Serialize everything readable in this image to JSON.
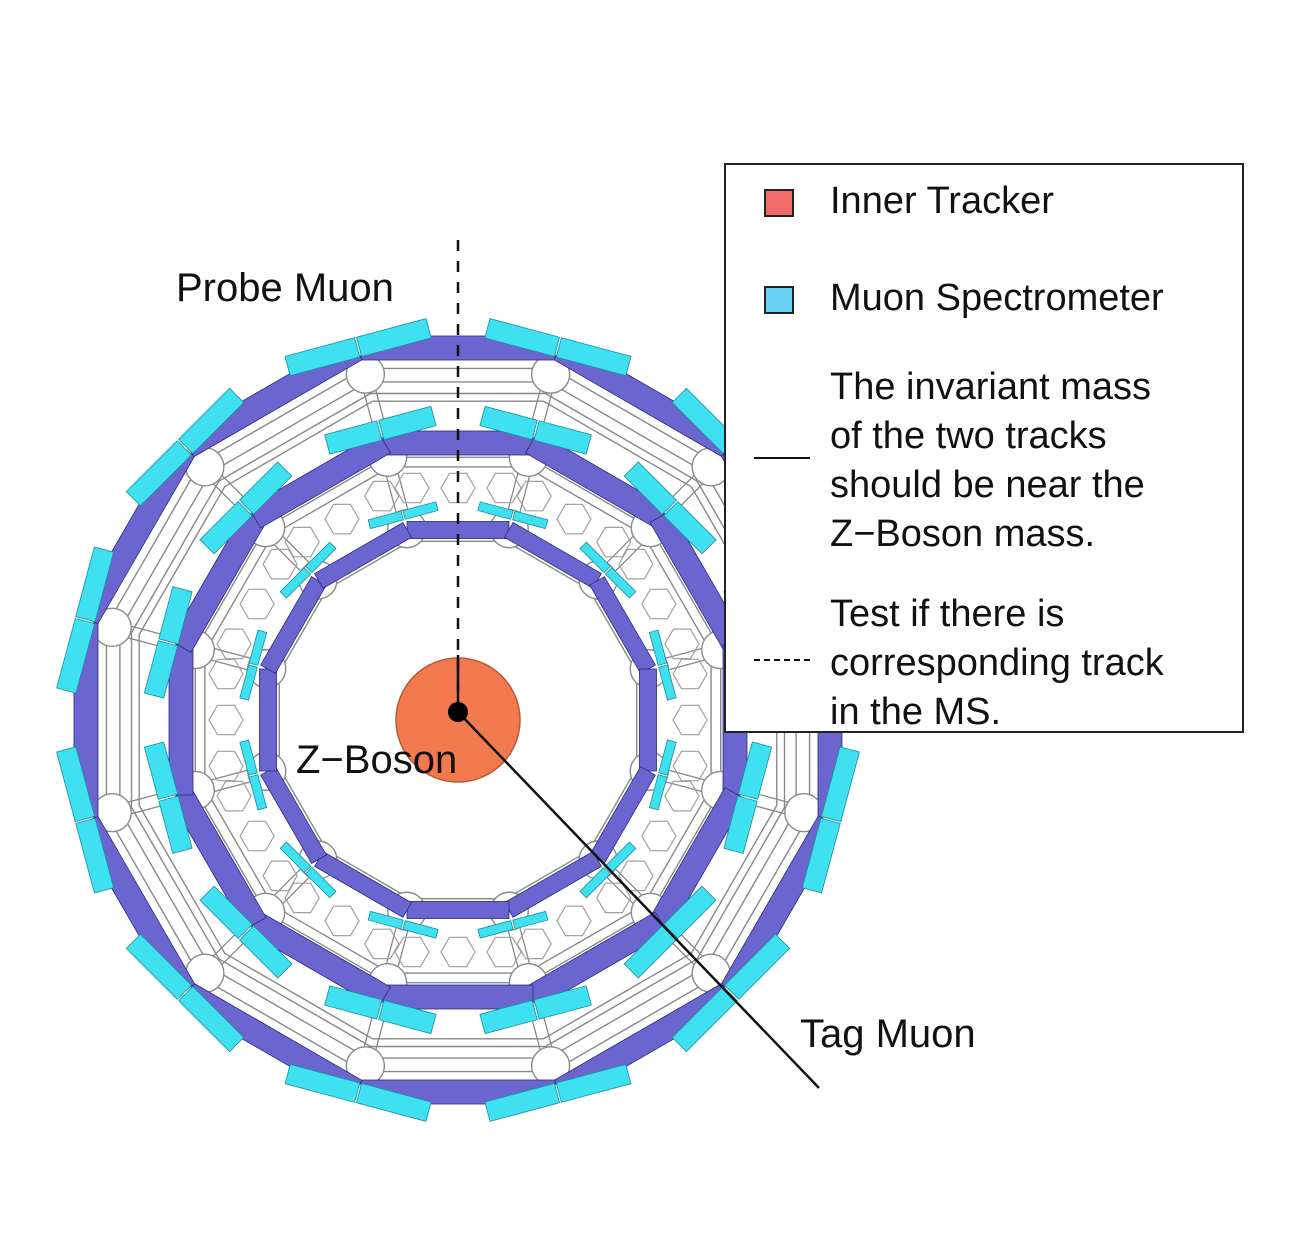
{
  "labels": {
    "probe": "Probe Muon",
    "tag": "Tag Muon",
    "boson": "Z−Boson"
  },
  "legend": {
    "items": [
      {
        "marker": "square",
        "color": "#f26b6b",
        "text": "Inner Tracker"
      },
      {
        "marker": "square",
        "color": "#6ad3f5",
        "text": "Muon Spectrometer"
      },
      {
        "marker": "solid-line",
        "lines": [
          "The invariant mass",
          "of the two tracks",
          "should be near the",
          "Z−Boson mass."
        ]
      },
      {
        "marker": "dashed-line",
        "lines": [
          "Test if there is",
          "corresponding track",
          "in the MS."
        ]
      }
    ]
  },
  "colors": {
    "outer_chamber": "#3fe0ef",
    "inner_chamber": "#6b66cf",
    "inner_tracker": "#f27a4e",
    "structure": "#888888"
  }
}
